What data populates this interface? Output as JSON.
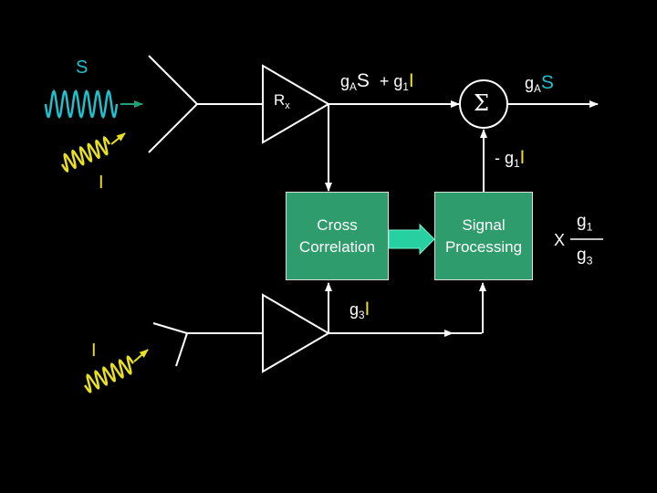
{
  "colors": {
    "background": "#000000",
    "line": "#ffffff",
    "box_fill": "#2e9c6c",
    "signal_wave": "#22c0cc",
    "interference_wave": "#e8e020",
    "label_cyan": "#22c0cc",
    "label_yellow": "#e8e020",
    "signal_arrow": "#1ea078",
    "interference_arrow": "#e8e020",
    "data_arrow": "#26d0a0"
  },
  "labels": {
    "signal": "S",
    "interference_top": "I",
    "interference_bottom": "I",
    "rx": "R",
    "rx_sub": "x",
    "sum_symbol": "Σ",
    "sum_input": {
      "g": "g",
      "g_sub": "A",
      "s": "S",
      "plus": "+ g",
      "plus_sub": "1",
      "i": "I"
    },
    "sum_output": {
      "g": "g",
      "g_sub": "A",
      "s": "S"
    },
    "feedback": {
      "minus": "- g",
      "sub": "1",
      "i": "I"
    },
    "lower_path": {
      "g": "g",
      "sub": "3",
      "i": "I"
    },
    "scale": {
      "x": "X",
      "num": "g",
      "num_sub": "1",
      "den": "g",
      "den_sub": "3"
    }
  },
  "blocks": {
    "cross_correlation": {
      "line1": "Cross",
      "line2": "Correlation"
    },
    "signal_processing": {
      "line1": "Signal",
      "line2": "Processing"
    }
  },
  "icons": [
    "sigma-icon",
    "amplifier-triangle-icon",
    "antenna-icon",
    "wave-icon",
    "arrow-icon"
  ]
}
